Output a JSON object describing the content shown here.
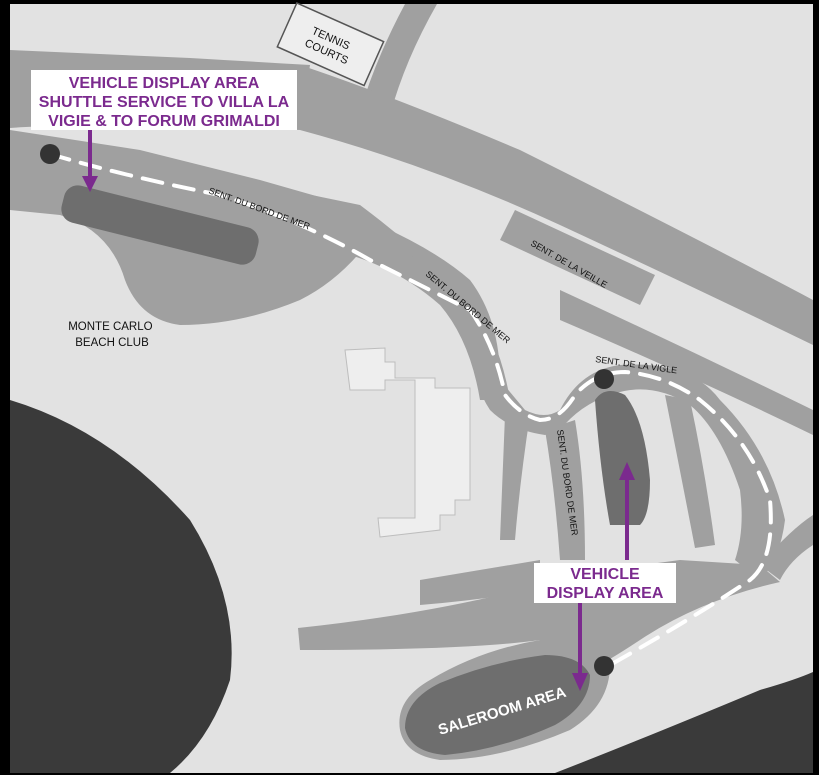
{
  "colors": {
    "background": "#000000",
    "land": "#e2e2e2",
    "road": "#a0a0a0",
    "sea": "#3a3a3a",
    "display_area": "#6e6e6e",
    "building": "#eeeeee",
    "accent": "#7b2a8e",
    "route": "#ffffff",
    "stop": "#333333"
  },
  "labels": {
    "tennis_courts": [
      "TENNIS",
      "COURTS"
    ],
    "beach_club": [
      "MONTE CARLO",
      "BEACH CLUB"
    ],
    "road_bord_de_mer_1": "SENT. DU BORD DE MER",
    "road_bord_de_mer_2": "SENT. DU BORD DE MER",
    "road_bord_de_mer_3": "SENT. DU BORD DE MER",
    "road_la_veille": "SENT. DE LA VEILLE",
    "road_la_vigie": "SENT. DE LA VIGLE",
    "saleroom": "SALEROOM AREA"
  },
  "callouts": {
    "shuttle": {
      "lines": [
        "VEHICLE DISPLAY AREA",
        "SHUTTLE SERVICE TO VILLA LA",
        "VIGIE & TO FORUM GRIMALDI"
      ]
    },
    "display": {
      "lines": [
        "VEHICLE",
        "DISPLAY AREA"
      ]
    }
  },
  "icons": {
    "stop": "bus-stop-dot-icon",
    "arrow": "arrow-icon"
  }
}
